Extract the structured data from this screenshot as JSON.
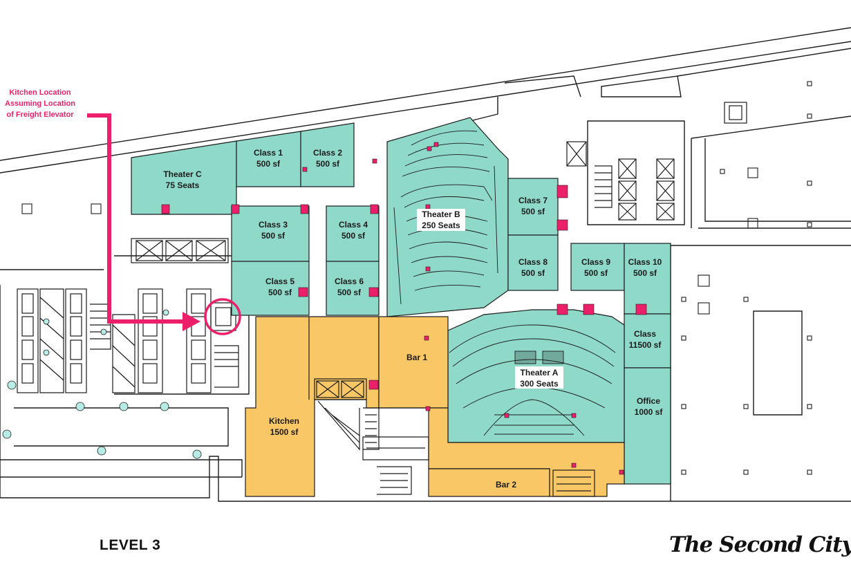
{
  "title": "LEVEL 3",
  "brand": "The Second City",
  "brand_tm": "®",
  "colors": {
    "teal": "#8fd9c8",
    "amber": "#f9c766",
    "magenta": "#ec1f6a",
    "outline": "#1b1b1b"
  },
  "annotation": {
    "lines": [
      "Kitchen Location",
      "Assuming Location",
      "of Freight Elevator"
    ]
  },
  "rooms": {
    "theater_c": {
      "name": "Theater C",
      "detail": "75 Seats"
    },
    "class1": {
      "name": "Class 1",
      "detail": "500 sf"
    },
    "class2": {
      "name": "Class 2",
      "detail": "500 sf"
    },
    "class3": {
      "name": "Class 3",
      "detail": "500 sf"
    },
    "class4": {
      "name": "Class 4",
      "detail": "500 sf"
    },
    "class5": {
      "name": "Class 5",
      "detail": "500 sf"
    },
    "class6": {
      "name": "Class 6",
      "detail": "500 sf"
    },
    "theater_b": {
      "name": "Theater B",
      "detail": "250 Seats"
    },
    "class7": {
      "name": "Class 7",
      "detail": "500 sf"
    },
    "class8": {
      "name": "Class 8",
      "detail": "500 sf"
    },
    "class9": {
      "name": "Class 9",
      "detail": "500 sf"
    },
    "class10": {
      "name": "Class 10",
      "detail": "500 sf"
    },
    "class11": {
      "name": "Class",
      "detail": "11500 sf"
    },
    "office": {
      "name": "Office",
      "detail": "1000 sf"
    },
    "theater_a": {
      "name": "Theater A",
      "detail": "300 Seats"
    },
    "bar1": {
      "name": "Bar 1"
    },
    "bar2": {
      "name": "Bar 2"
    },
    "kitchen": {
      "name": "Kitchen",
      "detail": "1500 sf"
    }
  }
}
